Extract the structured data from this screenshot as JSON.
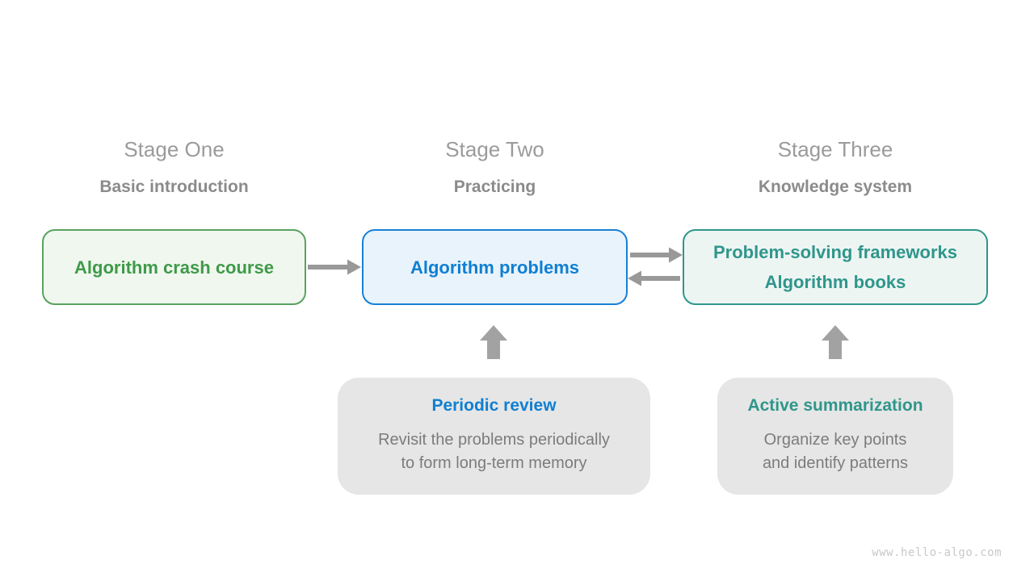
{
  "colors": {
    "green_text": "#3F9A49",
    "green_border": "#58A25E",
    "green_bg": "#F0F7EF",
    "blue_text": "#0F7FD2",
    "blue_border": "#1780D5",
    "blue_bg": "#E9F3FB",
    "teal_text": "#2F968B",
    "teal_border": "#2F968B",
    "teal_bg": "#EDF5F3",
    "stage_title_gray": "#9B9B9B",
    "stage_subtitle_gray": "#8B8B8B",
    "note_body_gray": "#7C7C7C",
    "note_bg": "#E6E6E6",
    "arrow_gray": "#999999",
    "up_arrow_gray": "#A2A2A2",
    "watermark_gray": "#C9C9C9"
  },
  "stages": [
    {
      "title": "Stage One",
      "subtitle": "Basic introduction",
      "box_lines": [
        "Algorithm crash course"
      ]
    },
    {
      "title": "Stage Two",
      "subtitle": "Practicing",
      "box_lines": [
        "Algorithm problems"
      ]
    },
    {
      "title": "Stage Three",
      "subtitle": "Knowledge system",
      "box_lines": [
        "Problem-solving frameworks",
        "Algorithm books"
      ]
    }
  ],
  "notes": [
    {
      "title": "Periodic review",
      "body_lines": [
        "Revisit the problems periodically",
        "to form long-term memory"
      ]
    },
    {
      "title": "Active summarization",
      "body_lines": [
        "Organize key points",
        "and identify patterns"
      ]
    }
  ],
  "watermark": "www.hello-algo.com"
}
